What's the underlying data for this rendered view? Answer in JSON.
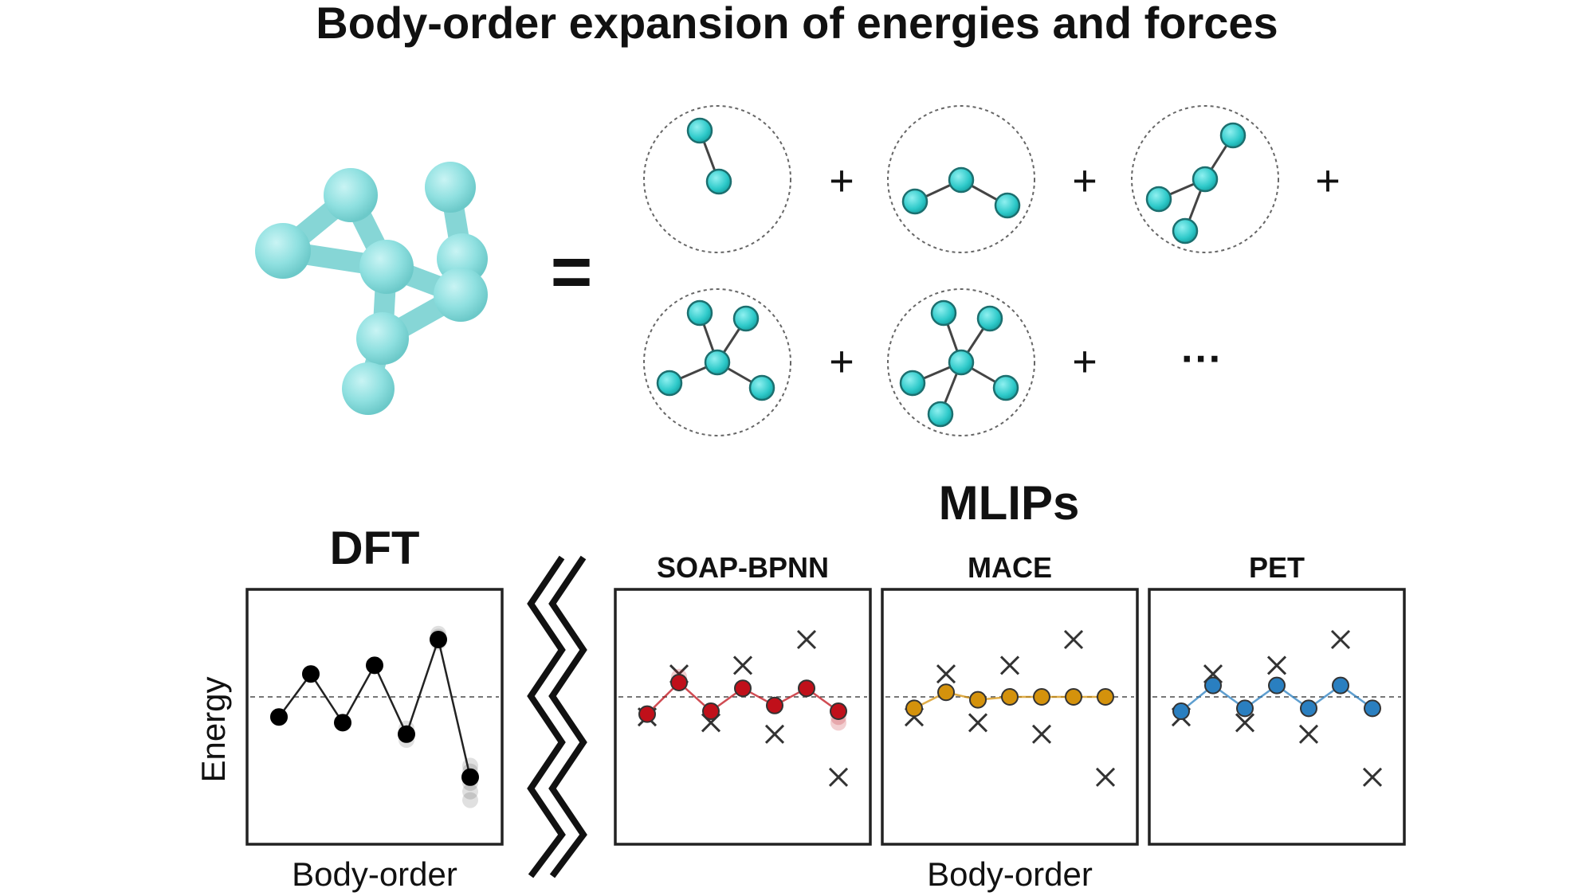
{
  "title": "Body-order expansion of energies and forces",
  "equals": "=",
  "plus": "+",
  "ellipsis": "···",
  "dft": {
    "heading": "DFT"
  },
  "mlips": {
    "heading": "MLIPs",
    "panels": [
      "SOAP-BPNN",
      "MACE",
      "PET"
    ]
  },
  "axes": {
    "ylabel": "Energy",
    "xlabel_dft": "Body-order",
    "xlabel_mlips": "Body-order"
  },
  "colors": {
    "atom": "#8fe3e3",
    "atom_small": "#3cd3d3",
    "dft": "#000000",
    "soap": "#c0101a",
    "mace": "#d4920c",
    "pet": "#2a7fc0"
  },
  "chart_data": [
    {
      "type": "line",
      "panel": "DFT",
      "x": [
        1,
        2,
        3,
        4,
        5,
        6,
        7
      ],
      "values": [
        -0.35,
        0.4,
        -0.45,
        0.55,
        -0.65,
        1.0,
        -1.4
      ],
      "xlabel": "Body-order",
      "ylabel": "Energy",
      "ylim": [
        -2.5,
        1.6
      ]
    },
    {
      "type": "line",
      "panel": "SOAP-BPNN",
      "x": [
        1,
        2,
        3,
        4,
        5,
        6,
        7
      ],
      "values": [
        -0.3,
        0.25,
        -0.25,
        0.15,
        -0.15,
        0.15,
        -0.25
      ],
      "reference_x_markers": [
        -0.35,
        0.4,
        -0.45,
        0.55,
        -0.65,
        1.0,
        -1.4
      ],
      "xlabel": "Body-order",
      "ylim": [
        -2.5,
        1.6
      ]
    },
    {
      "type": "line",
      "panel": "MACE",
      "x": [
        1,
        2,
        3,
        4,
        5,
        6,
        7
      ],
      "values": [
        -0.2,
        0.08,
        -0.05,
        0.0,
        0.0,
        0.0,
        0.0
      ],
      "reference_x_markers": [
        -0.35,
        0.4,
        -0.45,
        0.55,
        -0.65,
        1.0,
        -1.4
      ],
      "xlabel": "Body-order",
      "ylim": [
        -2.5,
        1.6
      ]
    },
    {
      "type": "line",
      "panel": "PET",
      "x": [
        1,
        2,
        3,
        4,
        5,
        6,
        7
      ],
      "values": [
        -0.25,
        0.2,
        -0.2,
        0.2,
        -0.2,
        0.2,
        -0.2
      ],
      "reference_x_markers": [
        -0.35,
        0.4,
        -0.45,
        0.55,
        -0.65,
        1.0,
        -1.4
      ],
      "xlabel": "Body-order",
      "ylim": [
        -2.5,
        1.6
      ]
    }
  ]
}
